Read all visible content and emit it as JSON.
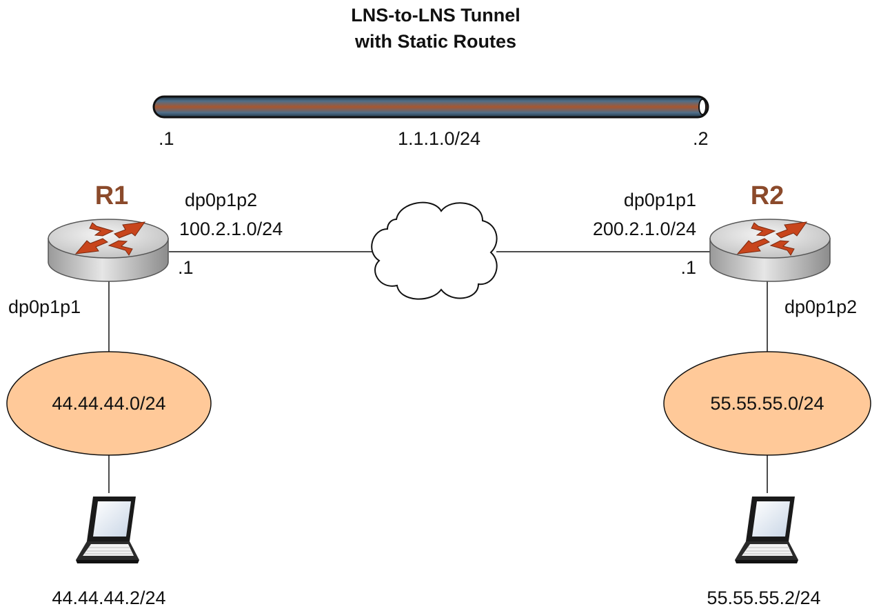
{
  "title": {
    "line1": "LNS-to-LNS Tunnel",
    "line2": "with Static Routes"
  },
  "tunnel": {
    "network": "1.1.1.0/24",
    "left_host": ".1",
    "right_host": ".2"
  },
  "routers": {
    "r1": {
      "name": "R1",
      "wan_interface": "dp0p1p2",
      "wan_network": "100.2.1.0/24",
      "wan_host": ".1",
      "lan_interface": "dp0p1p1"
    },
    "r2": {
      "name": "R2",
      "wan_interface": "dp0p1p1",
      "wan_network": "200.2.1.0/24",
      "wan_host": ".1",
      "lan_interface": "dp0p1p2"
    }
  },
  "lans": {
    "left": {
      "network": "44.44.44.0/24",
      "host": "44.44.44.2/24"
    },
    "right": {
      "network": "55.55.55.0/24",
      "host": "55.55.55.2/24"
    }
  },
  "colors": {
    "router_name": "#8b4a2b",
    "lan_fill": "#ffc999",
    "router_arrow": "#c8451c",
    "tunnel_core": "#9b5a3e",
    "tunnel_edge": "#3f6480"
  },
  "icons": {
    "router": "router-icon",
    "cloud": "cloud-icon",
    "laptop": "laptop-icon"
  }
}
